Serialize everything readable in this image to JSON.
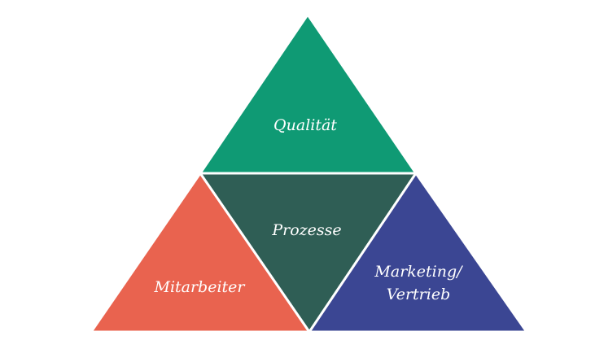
{
  "diagram": {
    "segments": [
      {
        "id": "top",
        "label_lines": [
          "Qualität"
        ],
        "color": "#0f9a74"
      },
      {
        "id": "center",
        "label_lines": [
          "Prozesse"
        ],
        "color": "#2f5e55"
      },
      {
        "id": "left",
        "label_lines": [
          "Mitarbeiter"
        ],
        "color": "#e9634f"
      },
      {
        "id": "right",
        "label_lines": [
          "Marketing/",
          "Vertrieb"
        ],
        "color": "#3b4693"
      }
    ],
    "divider_color": "#ffffff"
  }
}
